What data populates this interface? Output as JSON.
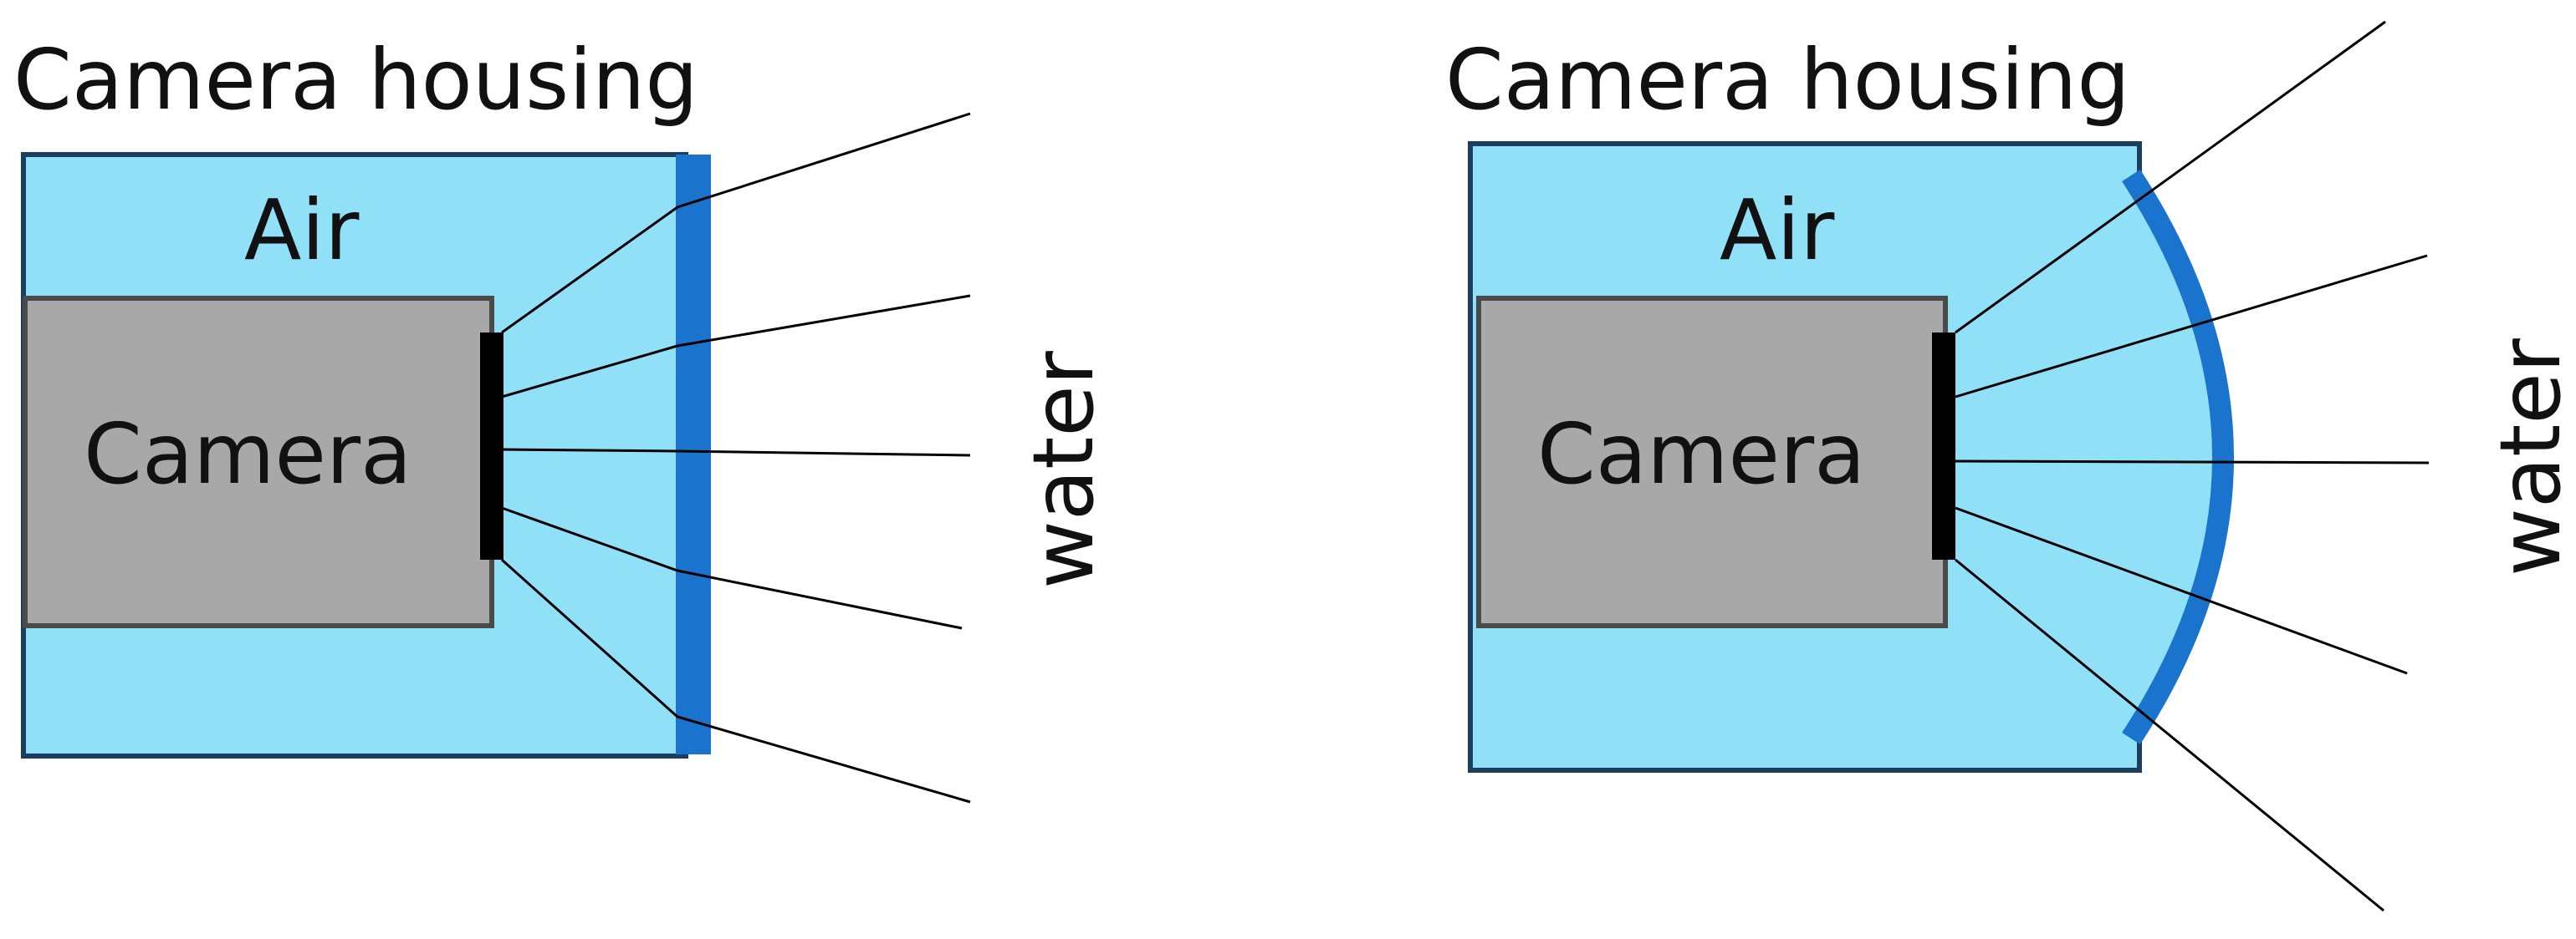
{
  "panels": [
    {
      "id": "flat-port",
      "title": "Camera housing",
      "air_label": "Air",
      "camera_label": "Camera",
      "water_label": "water",
      "port_type": "flat"
    },
    {
      "id": "dome-port",
      "title": "Camera housing",
      "air_label": "Air",
      "camera_label": "Camera",
      "water_label": "water",
      "port_type": "dome"
    }
  ],
  "colors": {
    "housing_fill": "#90e0f8",
    "housing_stroke": "#1b3e5e",
    "camera_fill": "#a8a8a8",
    "camera_stroke": "#4a4a4a",
    "port": "#1a73cc",
    "sensor": "#000000",
    "ray": "#000000"
  }
}
